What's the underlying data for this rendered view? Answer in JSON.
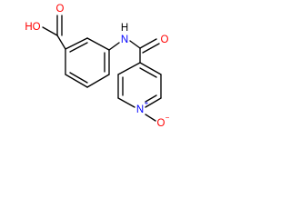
{
  "molecule": {
    "labels": {
      "hydroxyl": "HO",
      "carboxyl_oxygen": "O",
      "amide_nitrogen": "N",
      "amide_hydrogen": "H",
      "amide_oxygen": "O",
      "pyridine_nitrogen": "N",
      "n_oxide_oxygen": "O",
      "n_charge": "+",
      "o_charge": "−"
    },
    "colors": {
      "bond": "#000000",
      "carbon": "#000000",
      "oxygen": "#ff0000",
      "nitrogen": "#0000ff",
      "hydrogen": "#000000"
    }
  }
}
